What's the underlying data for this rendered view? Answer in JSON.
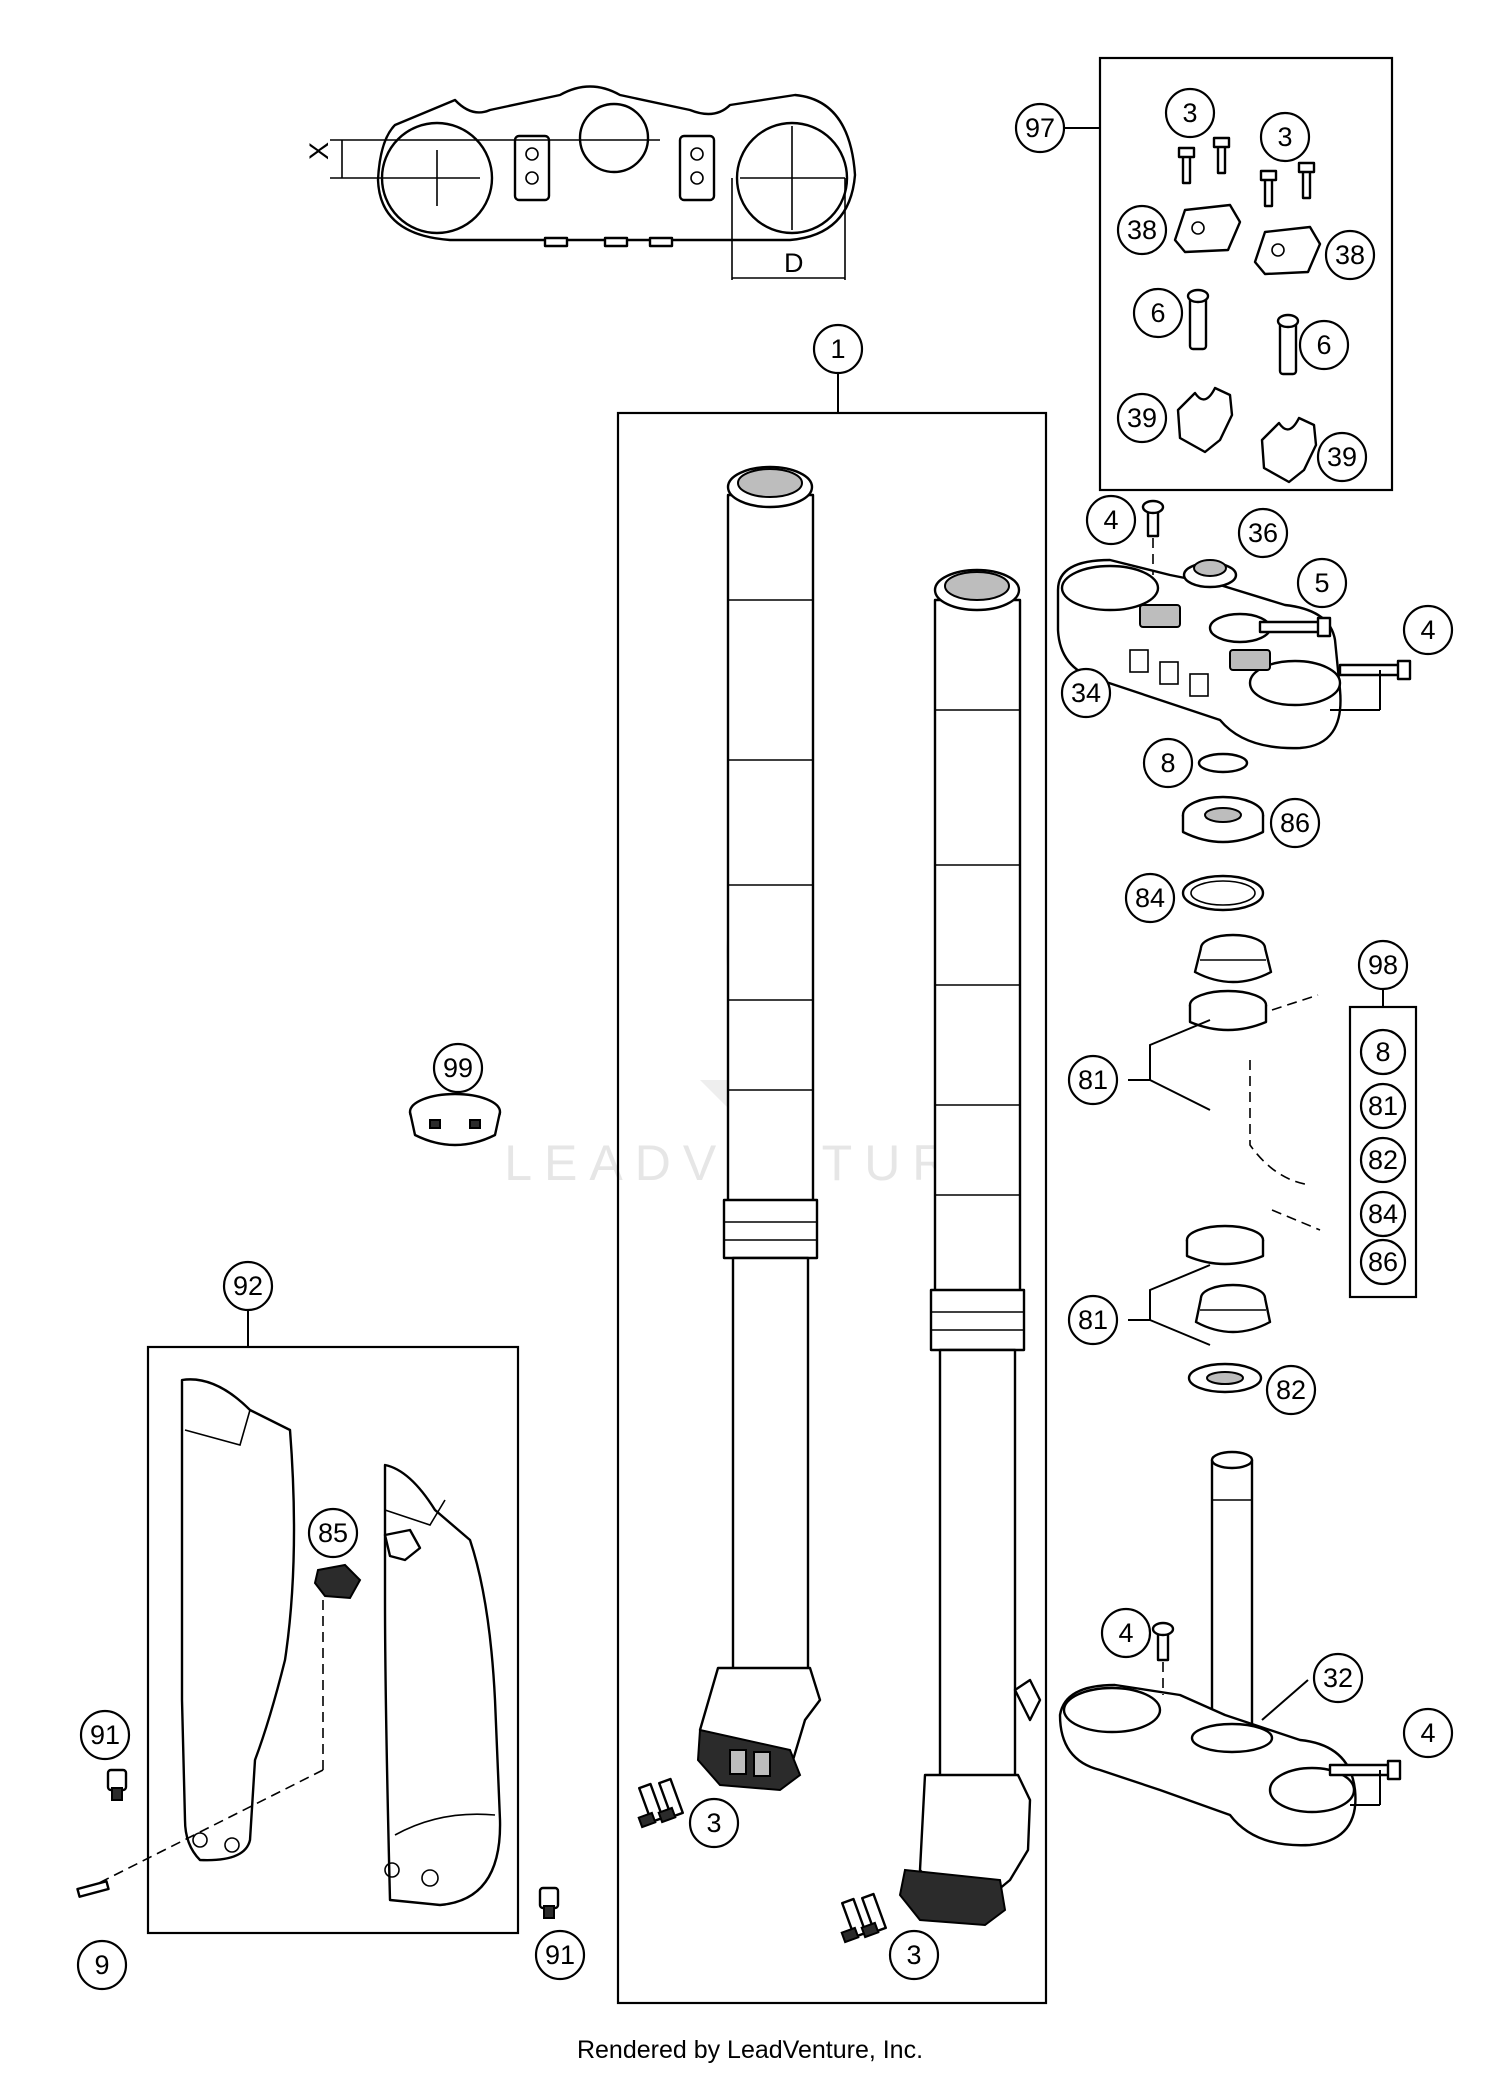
{
  "diagram": {
    "dimension_labels": {
      "x": "X",
      "d": "D"
    },
    "watermark": "LEADVENTURE",
    "footer": "Rendered by LeadVenture, Inc.",
    "callouts": {
      "c1": "1",
      "c97": "97",
      "c3a": "3",
      "c3b": "3",
      "c38a": "38",
      "c38b": "38",
      "c6a": "6",
      "c6b": "6",
      "c39a": "39",
      "c39b": "39",
      "c4a": "4",
      "c36": "36",
      "c5": "5",
      "c4b": "4",
      "c34": "34",
      "c8": "8",
      "c86": "86",
      "c84": "84",
      "c98": "98",
      "c98_8": "8",
      "c98_81": "81",
      "c98_82": "82",
      "c98_84": "84",
      "c98_86": "86",
      "c81a": "81",
      "c81b": "81",
      "c82": "82",
      "c99": "99",
      "c92": "92",
      "c85": "85",
      "c4c": "4",
      "c32": "32",
      "c4d": "4",
      "c91a": "91",
      "c91b": "91",
      "c9": "9",
      "c3c": "3",
      "c3d": "3"
    }
  }
}
